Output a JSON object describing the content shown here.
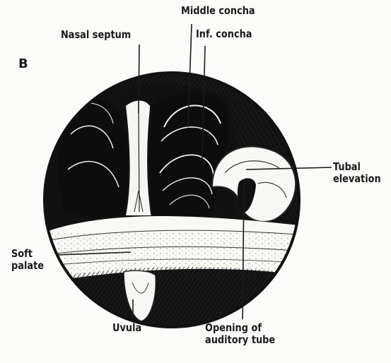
{
  "figure": {
    "panel_letter": "B",
    "labels": {
      "middle_concha": "Middle concha",
      "inf_concha": "Inf. concha",
      "nasal_septum": "Nasal septum",
      "tubal_elevation_1": "Tubal",
      "tubal_elevation_2": "elevation",
      "soft_palate_1": "Soft",
      "soft_palate_2": "palate",
      "uvula": "Uvula",
      "opening_1": "Opening of",
      "opening_2": "auditory tube"
    }
  }
}
